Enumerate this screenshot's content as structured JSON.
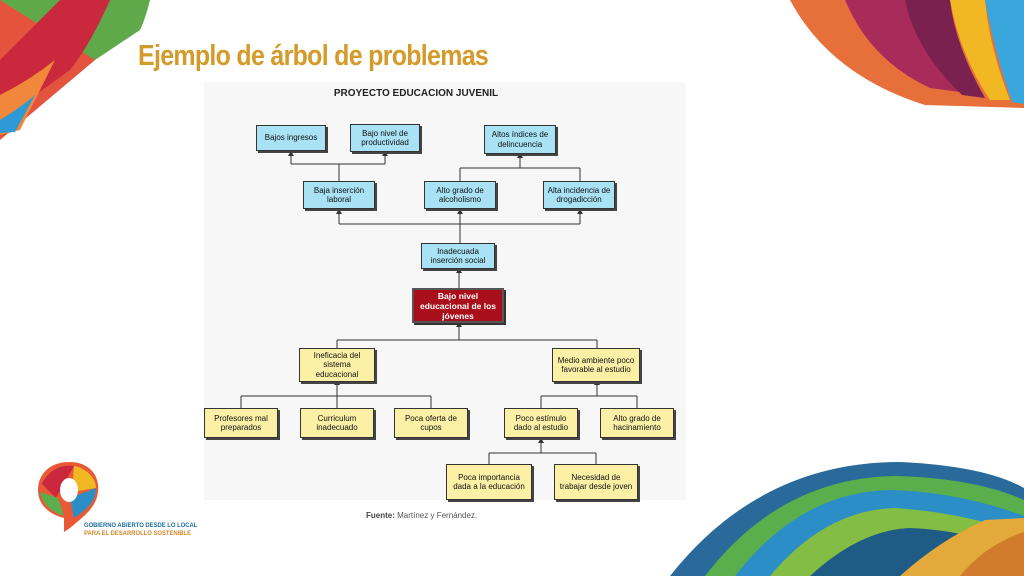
{
  "slide": {
    "title": "Ejemplo de árbol de problemas"
  },
  "diagram": {
    "title": "PROYECTO EDUCACION JUVENIL",
    "effects_top": {
      "low_income": "Bajos ingresos",
      "low_productivity": "Bajo nivel de productividad",
      "high_crime": "Altos índices de delincuencia"
    },
    "effects_mid": {
      "low_labor_insertion": "Baja inserción laboral",
      "alcoholism": "Alto grado de alcoholismo",
      "drug_addiction": "Alta incidencia de drogadicción"
    },
    "direct_effect": "Inadecuada inserción social",
    "central_problem": "Bajo nivel educacional de los jóvenes",
    "causes_mid": {
      "inefficient_system": "Ineficacia del sistema educacional",
      "unfavorable_environment": "Medio ambiente poco favorable al estudio"
    },
    "causes_low": {
      "teachers": "Profesores mal preparados",
      "curriculum": "Curriculum inadecuado",
      "low_supply": "Poca oferta de cupos",
      "low_stimulus": "Poco estímulo dado al estudio",
      "overcrowding": "Alto grado de hacinamiento"
    },
    "causes_root": {
      "low_value": "Poca importancia dada a la educación",
      "need_work": "Necesidad de trabajar desde joven"
    },
    "source_label": "Fuente:",
    "source_text": "Martínez y Fernández."
  },
  "logo": {
    "line1": "GOBIERNO ABIERTO DESDE LO LOCAL",
    "line2": "PARA EL DESARROLLO SOSTENIBLE"
  },
  "colors": {
    "title": "#d49a2a",
    "effect_box": "#a8e2f4",
    "cause_box": "#fbf0a6",
    "central_box": "#a90f1a"
  }
}
